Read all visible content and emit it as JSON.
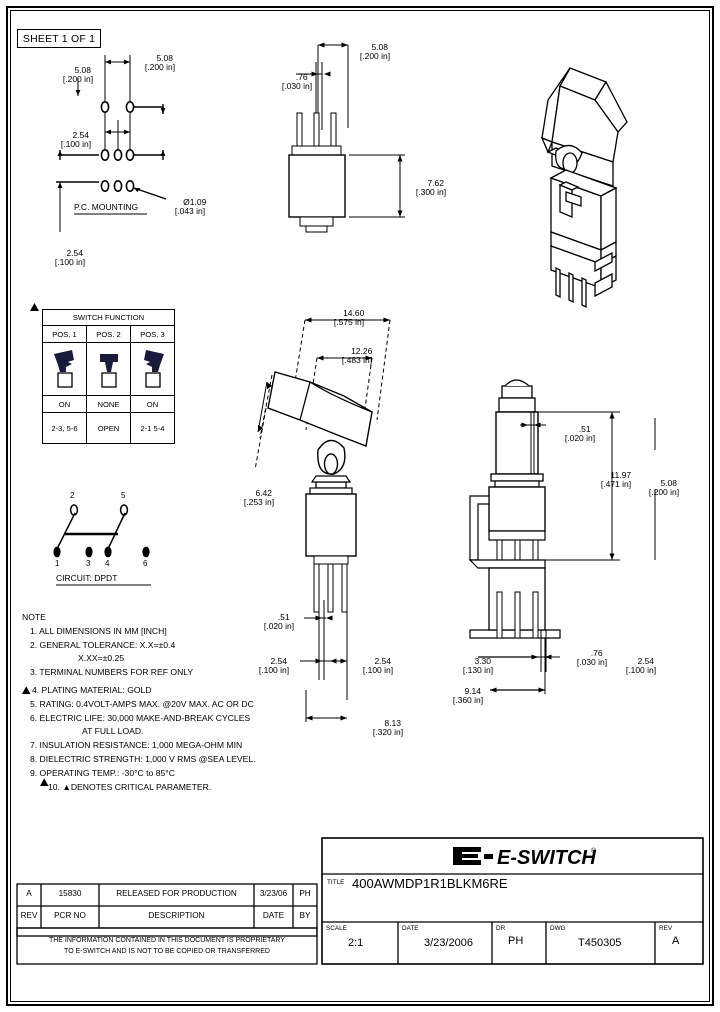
{
  "sheet": {
    "label": "SHEET 1 OF 1"
  },
  "pcb_view": {
    "caption": "P.C. MOUNTING",
    "dims": [
      {
        "id": "pcb-w1",
        "mm": "5.08",
        "in": "[.200 in]"
      },
      {
        "id": "pcb-w2",
        "mm": "5.08",
        "in": "[.200 in]"
      },
      {
        "id": "pcb-h1",
        "mm": "2.54",
        "in": "[.100 in]"
      },
      {
        "id": "pcb-h2",
        "mm": "2.54",
        "in": "[.100 in]"
      },
      {
        "id": "pcb-dia",
        "mm": "Ø1.09",
        "in": "[.043 in]"
      }
    ]
  },
  "front_view": {
    "dims": [
      {
        "id": "fv-pin-w",
        "mm": ".76",
        "in": "[.030 in]"
      },
      {
        "id": "fv-pitch",
        "mm": "5.08",
        "in": "[.200 in]"
      },
      {
        "id": "fv-height",
        "mm": "7.62",
        "in": "[.300 in]"
      }
    ]
  },
  "side_view": {
    "dims": [
      {
        "id": "sv-lever-l",
        "mm": "14.60",
        "in": "[.575 in]"
      },
      {
        "id": "sv-lever-b",
        "mm": "12.26",
        "in": "[.483 in]"
      },
      {
        "id": "sv-lever-h",
        "mm": "6.42",
        "in": "[.253 in]"
      },
      {
        "id": "sv-pin-t",
        "mm": ".51",
        "in": "[.020 in]"
      },
      {
        "id": "sv-pitch-l",
        "mm": "2.54",
        "in": "[.100 in]"
      },
      {
        "id": "sv-pitch-r",
        "mm": "2.54",
        "in": "[.100 in]"
      },
      {
        "id": "sv-body-w",
        "mm": "8.13",
        "in": "[.320 in]"
      }
    ]
  },
  "right_view": {
    "dims": [
      {
        "id": "rv-t",
        "mm": ".51",
        "in": "[.020 in]"
      },
      {
        "id": "rv-h",
        "mm": "11.97",
        "in": "[.471 in]"
      },
      {
        "id": "rv-h2",
        "mm": "5.08",
        "in": "[.200 in]"
      },
      {
        "id": "rv-d1",
        "mm": "3.30",
        "in": "[.130 in]"
      },
      {
        "id": "rv-d2",
        "mm": ".76",
        "in": "[.030 in]"
      },
      {
        "id": "rv-d3",
        "mm": "2.54",
        "in": "[.100 in]"
      },
      {
        "id": "rv-d4",
        "mm": "9.14",
        "in": "[.360 in]"
      }
    ]
  },
  "function_table": {
    "title": "SWITCH FUNCTION",
    "critical_marker": "▲",
    "columns": [
      "POS. 1",
      "POS. 2",
      "POS. 3"
    ],
    "states": [
      "ON",
      "NONE",
      "ON"
    ],
    "circuits": [
      "2-3, 5-6",
      "OPEN",
      "2-1  5-4"
    ]
  },
  "circuit_diagram": {
    "caption": "CIRCUIT: DPDT",
    "terminals": [
      "2",
      "5",
      "1",
      "3",
      "4",
      "6"
    ]
  },
  "notes": {
    "heading": "NOTE",
    "items": [
      "1. ALL DIMENSIONS IN MM [INCH]",
      "2. GENERAL TOLERANCE: X.X=±0.4",
      "X.XX=±0.25",
      "3. TERMINAL NUMBERS FOR REF ONLY",
      "4. PLATING MATERIAL: GOLD",
      "5. RATING: 0.4VOLT-AMPS MAX. @20V MAX. AC OR DC",
      "6. ELECTRIC LIFE: 30,000 MAKE-AND-BREAK CYCLES",
      "AT FULL LOAD.",
      "7. INSULATION RESISTANCE: 1,000 MEGA-OHM MIN",
      "8. DIELECTRIC STRENGTH: 1,000 V RMS @SEA LEVEL.",
      "9. OPERATING TEMP.: -30°C to 85°C",
      "10. ▲DENOTES CRITICAL PARAMETER."
    ],
    "marker_4": "▲",
    "marker_10": "▲"
  },
  "revision_block": {
    "rows": [
      {
        "rev": "A",
        "pcr": "15830",
        "description": "RELEASED FOR PRODUCTION",
        "date": "3/23/06",
        "by": "PH"
      }
    ],
    "headers": {
      "rev": "REV",
      "pcr": "PCR NO",
      "description": "DESCRIPTION",
      "date": "DATE",
      "by": "BY"
    },
    "proprietary_line1": "THE INFORMATION CONTAINED IN THIS DOCUMENT IS PROPRIETARY",
    "proprietary_line2": "TO E-SWITCH AND IS NOT TO BE COPIED OR TRANSFERRED"
  },
  "title_block": {
    "company": "E-SWITCH",
    "registered_mark": "®",
    "title_label": "TITLE",
    "title_value": "400AWMDP1R1BLKM6RE",
    "scale_label": "SCALE",
    "scale_value": "2:1",
    "date_label": "DATE",
    "date_value": "3/23/2006",
    "dr_label": "DR",
    "dr_value": "PH",
    "dwg_label": "DWG",
    "dwg_value": "T450305",
    "rev_label": "REV",
    "rev_value": "A"
  },
  "colors": {
    "line": "#000000",
    "paper": "#ffffff",
    "switch_icon": "#1a1a3c"
  }
}
